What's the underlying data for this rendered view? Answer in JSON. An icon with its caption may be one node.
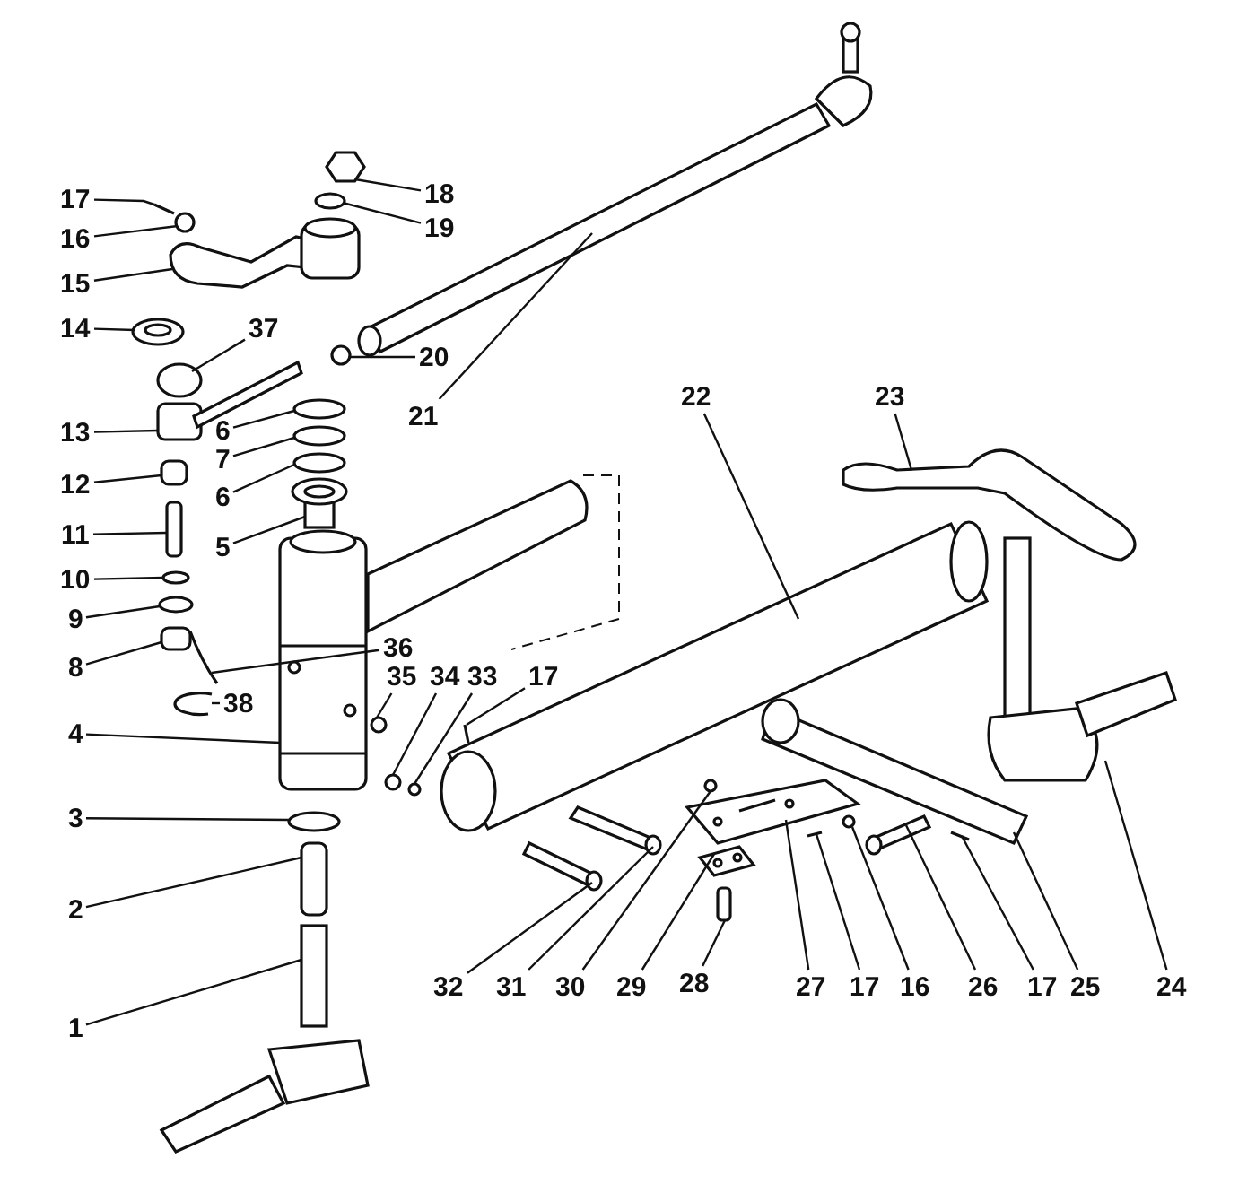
{
  "diagram": {
    "nodes": [
      {
        "text": [
          "17"
        ]
      },
      {
        "text": [
          "16"
        ]
      },
      {
        "text": [
          "15"
        ]
      },
      {
        "text": [
          "14"
        ]
      },
      {
        "text": [
          "13"
        ]
      },
      {
        "text": [
          "12"
        ]
      },
      {
        "text": [
          "11"
        ]
      },
      {
        "text": [
          "10"
        ]
      },
      {
        "text": [
          "9"
        ]
      },
      {
        "text": [
          "8"
        ]
      },
      {
        "text": [
          "38"
        ]
      },
      {
        "text": [
          "4"
        ]
      },
      {
        "text": [
          "3"
        ]
      },
      {
        "text": [
          "2"
        ]
      },
      {
        "text": [
          "1"
        ]
      },
      {
        "text": [
          "18"
        ]
      },
      {
        "text": [
          "19"
        ]
      },
      {
        "text": [
          "37"
        ]
      },
      {
        "text": [
          "6"
        ]
      },
      {
        "text": [
          "7"
        ]
      },
      {
        "text": [
          "6"
        ]
      },
      {
        "text": [
          "5"
        ]
      },
      {
        "text": [
          "36"
        ]
      },
      {
        "text": [
          "35"
        ]
      },
      {
        "text": [
          "34"
        ]
      },
      {
        "text": [
          "33"
        ]
      },
      {
        "text": [
          "17"
        ]
      },
      {
        "text": [
          "20"
        ]
      },
      {
        "text": [
          "21"
        ]
      },
      {
        "text": [
          "22"
        ]
      },
      {
        "text": [
          "23"
        ]
      },
      {
        "text": [
          "24"
        ]
      },
      {
        "text": [
          "25"
        ]
      },
      {
        "text": [
          "17"
        ]
      },
      {
        "text": [
          "26"
        ]
      },
      {
        "text": [
          "16"
        ]
      },
      {
        "text": [
          "17"
        ]
      },
      {
        "text": [
          "27"
        ]
      },
      {
        "text": [
          "28"
        ]
      },
      {
        "text": [
          "29"
        ]
      },
      {
        "text": [
          "30"
        ]
      },
      {
        "text": [
          "31"
        ]
      },
      {
        "text": [
          "32"
        ]
      },
      {
        "text": [],
        "shape": "picture"
      },
      {
        "text": [],
        "shape": "circle"
      },
      {
        "text": [],
        "shape": "picture"
      },
      {
        "text": [],
        "shape": "picture"
      },
      {
        "text": [],
        "shape": "box"
      },
      {
        "text": [],
        "shape": "box"
      },
      {
        "text": [],
        "shape": "box"
      },
      {
        "text": [],
        "shape": "circle"
      },
      {
        "text": [],
        "shape": "circle"
      },
      {
        "text": [],
        "shape": "box"
      },
      {
        "text": [],
        "shape": "picture"
      },
      {
        "text": [],
        "shape": "picture"
      },
      {
        "text": [],
        "shape": "circle"
      },
      {
        "text": [],
        "shape": "box"
      },
      {
        "text": [],
        "shape": "picture"
      },
      {
        "text": [],
        "shape": "hexagon"
      },
      {
        "text": [],
        "shape": "circle"
      },
      {
        "text": [],
        "shape": "picture"
      },
      {
        "text": [],
        "shape": "circle"
      },
      {
        "text": [],
        "shape": "circle"
      },
      {
        "text": [],
        "shape": "circle"
      },
      {
        "text": [],
        "shape": "picture"
      },
      {
        "text": [],
        "shape": "picture"
      },
      {
        "text": [],
        "shape": "circle"
      },
      {
        "text": [],
        "shape": "circle"
      },
      {
        "text": [],
        "shape": "circle"
      },
      {
        "text": [],
        "shape": "picture"
      },
      {
        "text": [],
        "shape": "circle"
      },
      {
        "text": [],
        "shape": "picture"
      },
      {
        "text": [],
        "shape": "picture"
      },
      {
        "text": [],
        "shape": "picture"
      },
      {
        "text": [],
        "shape": "picture"
      },
      {
        "text": [],
        "shape": "picture"
      },
      {
        "text": [],
        "shape": "picture"
      },
      {
        "text": [],
        "shape": "picture"
      },
      {
        "text": [],
        "shape": "circle"
      },
      {
        "text": [],
        "shape": "picture"
      },
      {
        "text": [],
        "shape": "picture"
      },
      {
        "text": [],
        "shape": "box"
      },
      {
        "text": [],
        "shape": "picture"
      },
      {
        "text": [],
        "shape": "circle"
      },
      {
        "text": [],
        "shape": "picture"
      },
      {
        "text": [],
        "shape": "picture"
      }
    ],
    "edges": [
      {
        "from": 0,
        "to": 43,
        "arrow": "none"
      },
      {
        "from": 1,
        "to": 44,
        "arrow": "none"
      },
      {
        "from": 2,
        "to": 45,
        "arrow": "none"
      },
      {
        "from": 3,
        "to": 46,
        "arrow": "none"
      },
      {
        "from": 4,
        "to": 47,
        "arrow": "none"
      },
      {
        "from": 5,
        "to": 48,
        "arrow": "none"
      },
      {
        "from": 6,
        "to": 49,
        "arrow": "none"
      },
      {
        "from": 7,
        "to": 50,
        "arrow": "none"
      },
      {
        "from": 8,
        "to": 51,
        "arrow": "none"
      },
      {
        "from": 9,
        "to": 52,
        "arrow": "none"
      },
      {
        "from": 10,
        "to": 53,
        "arrow": "none"
      },
      {
        "from": 11,
        "to": 54,
        "arrow": "none"
      },
      {
        "from": 12,
        "to": 55,
        "arrow": "none"
      },
      {
        "from": 13,
        "to": 56,
        "arrow": "none"
      },
      {
        "from": 14,
        "to": 57,
        "arrow": "none"
      },
      {
        "from": 15,
        "to": 58,
        "arrow": "none"
      },
      {
        "from": 16,
        "to": 59,
        "arrow": "none"
      },
      {
        "from": 17,
        "to": 60,
        "arrow": "none"
      },
      {
        "from": 18,
        "to": 61,
        "arrow": "none"
      },
      {
        "from": 19,
        "to": 62,
        "arrow": "none"
      },
      {
        "from": 20,
        "to": 63,
        "arrow": "none"
      },
      {
        "from": 21,
        "to": 64,
        "arrow": "none"
      },
      {
        "from": 22,
        "to": 65,
        "arrow": "none"
      },
      {
        "from": 23,
        "to": 66,
        "arrow": "none"
      },
      {
        "from": 24,
        "to": 67,
        "arrow": "none"
      },
      {
        "from": 25,
        "to": 68,
        "arrow": "none"
      },
      {
        "from": 26,
        "to": 69,
        "arrow": "none"
      },
      {
        "from": 27,
        "to": 70,
        "arrow": "none"
      },
      {
        "from": 28,
        "to": 71,
        "arrow": "none"
      },
      {
        "from": 29,
        "to": 72,
        "arrow": "none"
      },
      {
        "from": 30,
        "to": 73,
        "arrow": "none"
      },
      {
        "from": 31,
        "to": 74,
        "arrow": "none"
      },
      {
        "from": 32,
        "to": 75,
        "arrow": "none"
      },
      {
        "from": 33,
        "to": 76,
        "arrow": "none"
      },
      {
        "from": 34,
        "to": 77,
        "arrow": "none"
      },
      {
        "from": 35,
        "to": 78,
        "arrow": "none"
      },
      {
        "from": 36,
        "to": 79,
        "arrow": "none"
      },
      {
        "from": 37,
        "to": 80,
        "arrow": "none"
      },
      {
        "from": 38,
        "to": 81,
        "arrow": "none"
      },
      {
        "from": 39,
        "to": 82,
        "arrow": "none"
      },
      {
        "from": 40,
        "to": 83,
        "arrow": "none"
      },
      {
        "from": 41,
        "to": 84,
        "arrow": "none"
      },
      {
        "from": 42,
        "to": 85,
        "arrow": "none"
      }
    ]
  }
}
